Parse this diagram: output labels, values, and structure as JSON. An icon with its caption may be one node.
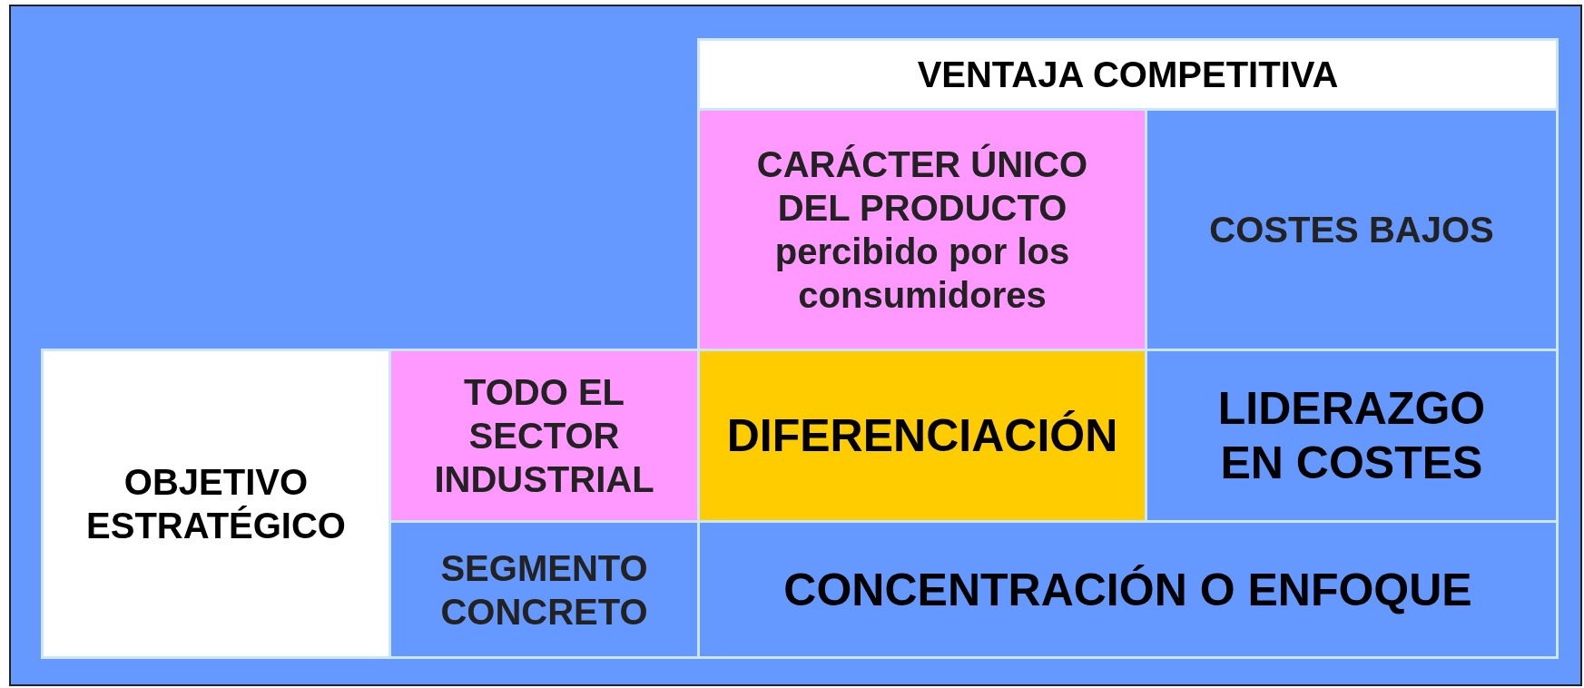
{
  "diagram": {
    "labels": [
      "VENTAJA COMPETITIVA",
      "CARÁCTER ÚNICO DEL PRODUCTO percibido por los consumidores",
      "COSTES BAJOS",
      "OBJETIVO ESTRATÉGICO",
      "TODO EL SECTOR INDUSTRIAL",
      "DIFERENCIACIÓN",
      "LIDERAZGO EN COSTES",
      "SEGMENTO CONCRETO",
      "CONCENTRACIÓN O ENFOQUE"
    ]
  }
}
